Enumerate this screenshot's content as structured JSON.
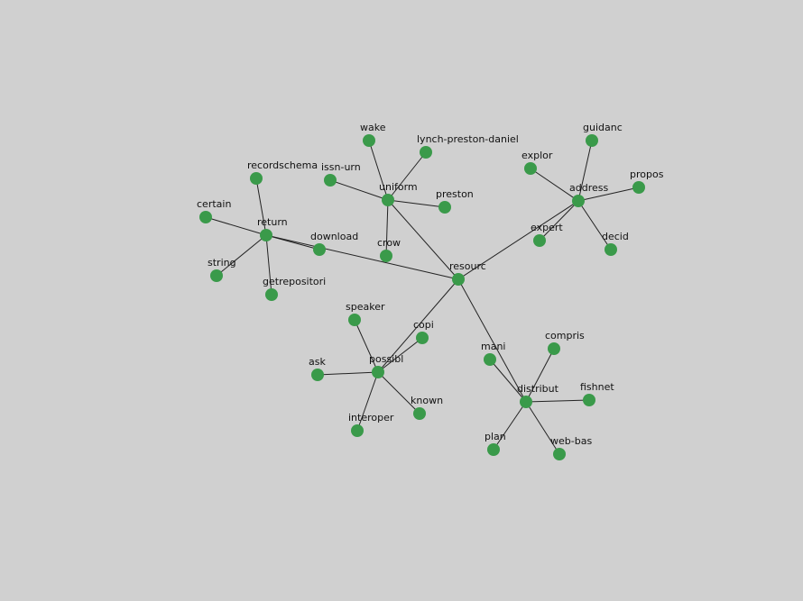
{
  "diagram": {
    "type": "network-graph",
    "background_color": "#d0d0d0",
    "node_color": "#3a9a4a",
    "edge_color": "#222222",
    "label_color": "#111111",
    "nodes": [
      {
        "id": "resourc",
        "label": "resourc"
      },
      {
        "id": "uniform",
        "label": "uniform"
      },
      {
        "id": "wake",
        "label": "wake"
      },
      {
        "id": "lynch-preston-daniel",
        "label": "lynch-preston-daniel"
      },
      {
        "id": "issn-urn",
        "label": "issn-urn"
      },
      {
        "id": "preston",
        "label": "preston"
      },
      {
        "id": "crow",
        "label": "crow"
      },
      {
        "id": "return",
        "label": "return"
      },
      {
        "id": "recordschema",
        "label": "recordschema"
      },
      {
        "id": "certain",
        "label": "certain"
      },
      {
        "id": "string",
        "label": "string"
      },
      {
        "id": "getrepositori",
        "label": "getrepositori"
      },
      {
        "id": "download",
        "label": "download"
      },
      {
        "id": "address",
        "label": "address"
      },
      {
        "id": "guidanc",
        "label": "guidanc"
      },
      {
        "id": "explor",
        "label": "explor"
      },
      {
        "id": "propos",
        "label": "propos"
      },
      {
        "id": "expert",
        "label": "expert"
      },
      {
        "id": "decid",
        "label": "decid"
      },
      {
        "id": "possibl",
        "label": "possibl"
      },
      {
        "id": "speaker",
        "label": "speaker"
      },
      {
        "id": "copi",
        "label": "copi"
      },
      {
        "id": "ask",
        "label": "ask"
      },
      {
        "id": "known",
        "label": "known"
      },
      {
        "id": "interoper",
        "label": "interoper"
      },
      {
        "id": "distribut",
        "label": "distribut"
      },
      {
        "id": "mani",
        "label": "mani"
      },
      {
        "id": "compris",
        "label": "compris"
      },
      {
        "id": "fishnet",
        "label": "fishnet"
      },
      {
        "id": "plan",
        "label": "plan"
      },
      {
        "id": "web-bas",
        "label": "web-bas"
      }
    ],
    "edges": [
      [
        "resourc",
        "uniform"
      ],
      [
        "resourc",
        "return"
      ],
      [
        "resourc",
        "address"
      ],
      [
        "resourc",
        "possibl"
      ],
      [
        "resourc",
        "distribut"
      ],
      [
        "uniform",
        "wake"
      ],
      [
        "uniform",
        "lynch-preston-daniel"
      ],
      [
        "uniform",
        "issn-urn"
      ],
      [
        "uniform",
        "preston"
      ],
      [
        "uniform",
        "crow"
      ],
      [
        "return",
        "recordschema"
      ],
      [
        "return",
        "certain"
      ],
      [
        "return",
        "string"
      ],
      [
        "return",
        "getrepositori"
      ],
      [
        "return",
        "download"
      ],
      [
        "address",
        "guidanc"
      ],
      [
        "address",
        "explor"
      ],
      [
        "address",
        "propos"
      ],
      [
        "address",
        "expert"
      ],
      [
        "address",
        "decid"
      ],
      [
        "possibl",
        "speaker"
      ],
      [
        "possibl",
        "copi"
      ],
      [
        "possibl",
        "ask"
      ],
      [
        "possibl",
        "known"
      ],
      [
        "possibl",
        "interoper"
      ],
      [
        "distribut",
        "mani"
      ],
      [
        "distribut",
        "compris"
      ],
      [
        "distribut",
        "fishnet"
      ],
      [
        "distribut",
        "plan"
      ],
      [
        "distribut",
        "web-bas"
      ]
    ]
  }
}
